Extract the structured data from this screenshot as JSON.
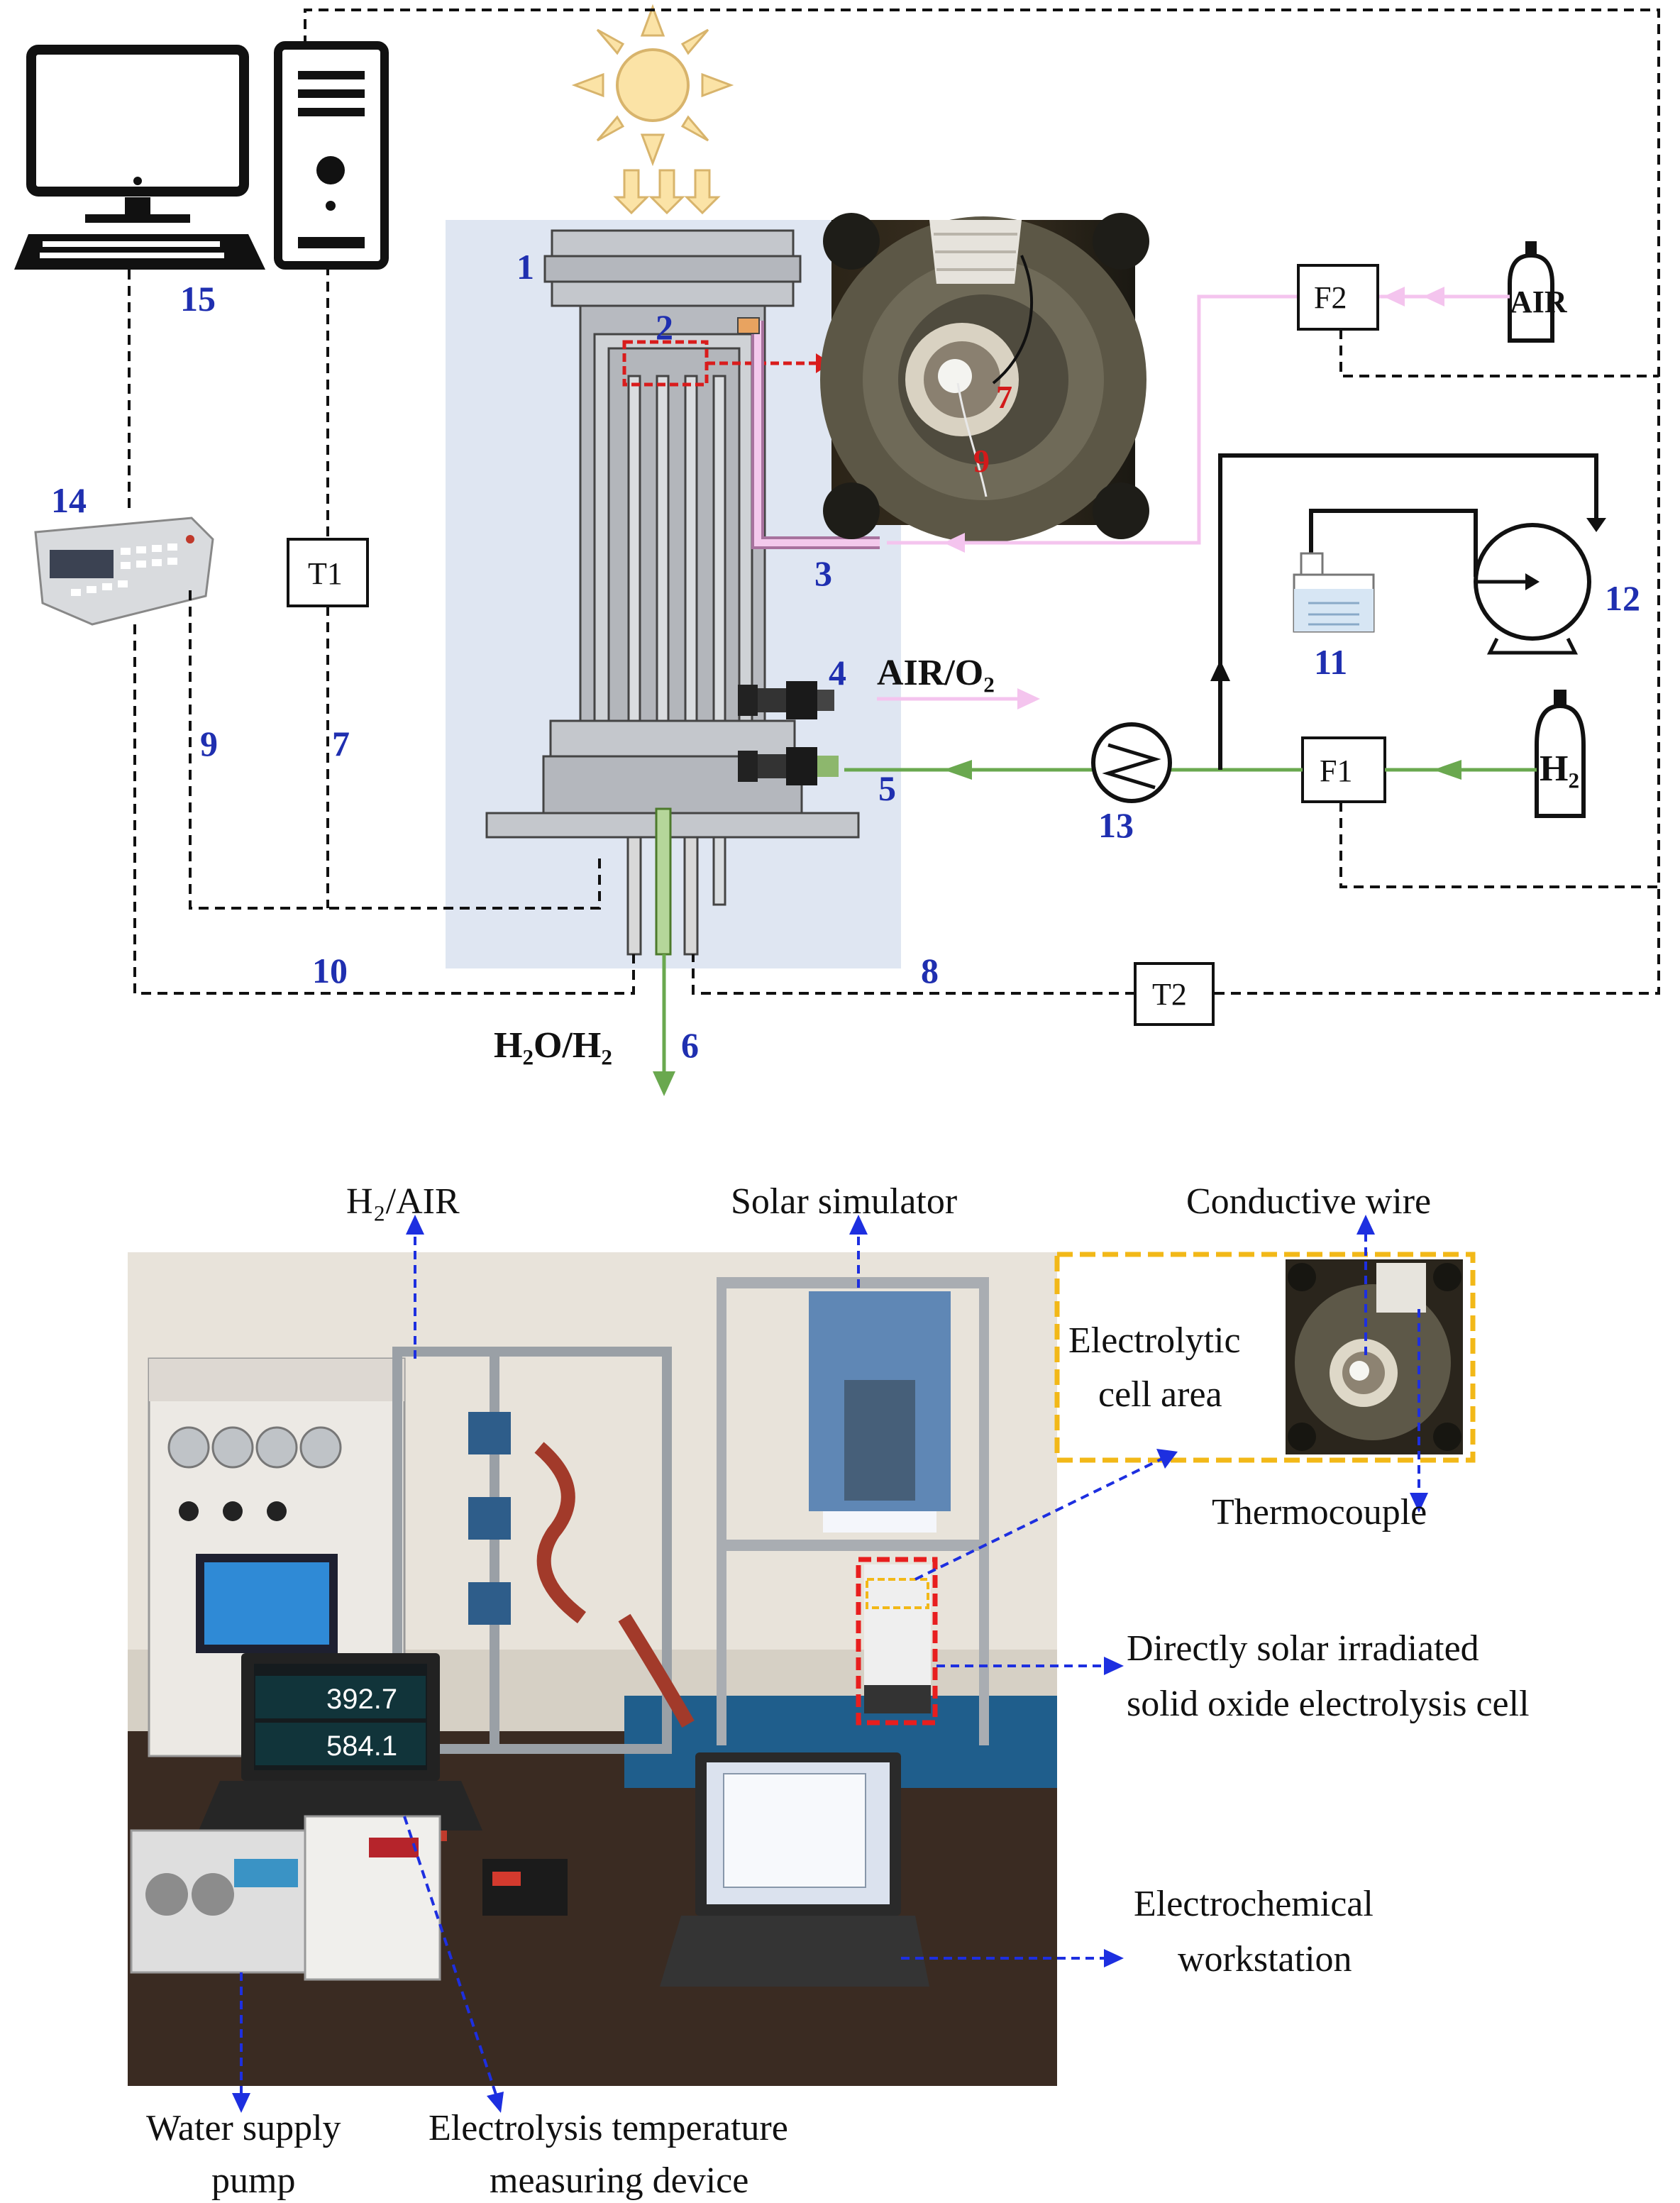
{
  "schematic": {
    "numbers": {
      "n1": "1",
      "n2": "2",
      "n3": "3",
      "n4": "4",
      "n5": "5",
      "n6": "6",
      "n7": "7",
      "n8": "8",
      "n9": "9",
      "n10": "10",
      "n11": "11",
      "n12": "12",
      "n13": "13",
      "n14": "14",
      "n15": "15",
      "inset7": "7",
      "inset9": "9"
    },
    "boxes": {
      "t1": "T1",
      "t2": "T2",
      "f1": "F1",
      "f2": "F2"
    },
    "gases": {
      "air_cylinder": "AIR",
      "h2_cylinder": "H₂",
      "air_o2": "AIR/O₂",
      "h2o_h2": "H₂O/H₂"
    }
  },
  "photo": {
    "labels": {
      "h2_air": "H₂/AIR",
      "solar_simulator": "Solar simulator",
      "conductive_wire": "Conductive wire",
      "electrolytic_line1": "Electrolytic",
      "electrolytic_line2": "cell area",
      "thermocouple": "Thermocouple",
      "soec_line1": "Directly solar irradiated",
      "soec_line2": "solid oxide electrolysis cell",
      "workstation_line1": "Electrochemical",
      "workstation_line2": "workstation",
      "pump_line1": "Water supply",
      "pump_line2": "pump",
      "temp_line1": "Electrolysis temperature",
      "temp_line2": "measuring device"
    },
    "screen": {
      "temp1": "392.7",
      "temp2": "584.1"
    }
  }
}
